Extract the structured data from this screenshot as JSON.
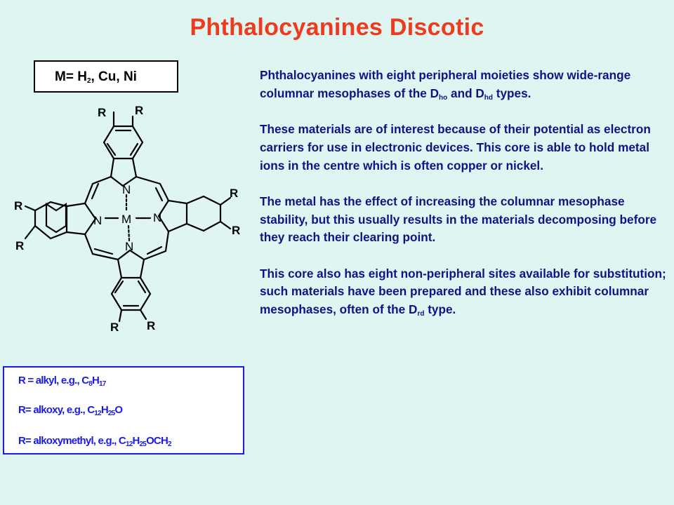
{
  "title": "Phthalocyanines Discotic",
  "metal_box": {
    "prefix": "M= H",
    "sub": "2",
    "suffix": ", Cu, Ni"
  },
  "structure_labels": {
    "metal": "M",
    "nitrogen": "N",
    "substituent": "R"
  },
  "r_definitions": [
    {
      "text": "R = alkyl, e.g., C",
      "parts": [
        {
          "s": "8"
        },
        {
          "t": "H"
        },
        {
          "s": "17"
        }
      ]
    },
    {
      "text": "R= alkoxy, e.g., C",
      "parts": [
        {
          "s": "12"
        },
        {
          "t": "H"
        },
        {
          "s": "25"
        },
        {
          "t": "O"
        }
      ]
    },
    {
      "text": "R= alkoxymethyl, e.g., C",
      "parts": [
        {
          "s": "12"
        },
        {
          "t": "H"
        },
        {
          "s": "25"
        },
        {
          "t": "OCH"
        },
        {
          "s": "2"
        }
      ]
    }
  ],
  "paragraphs": [
    {
      "parts": [
        {
          "t": "Phthalocyanines with eight peripheral moieties show wide-range columnar mesophases of the D"
        },
        {
          "s": "ho"
        },
        {
          "t": " and D"
        },
        {
          "s": "hd"
        },
        {
          "t": " types."
        }
      ]
    },
    {
      "parts": [
        {
          "t": "These materials are of interest because of their potential as electron carriers for use in electronic devices. This core is able to hold metal ions in the centre which is often copper or nickel."
        }
      ]
    },
    {
      "parts": [
        {
          "t": "The metal has the effect of increasing the columnar mesophase stability, but this usually results in the materials decomposing before they reach their clearing point."
        }
      ]
    },
    {
      "parts": [
        {
          "t": "This core also has eight non-peripheral sites available for substitution; such materials have been prepared and these also exhibit columnar mesophases, often of the D"
        },
        {
          "s": "rd"
        },
        {
          "t": " type."
        }
      ]
    }
  ]
}
